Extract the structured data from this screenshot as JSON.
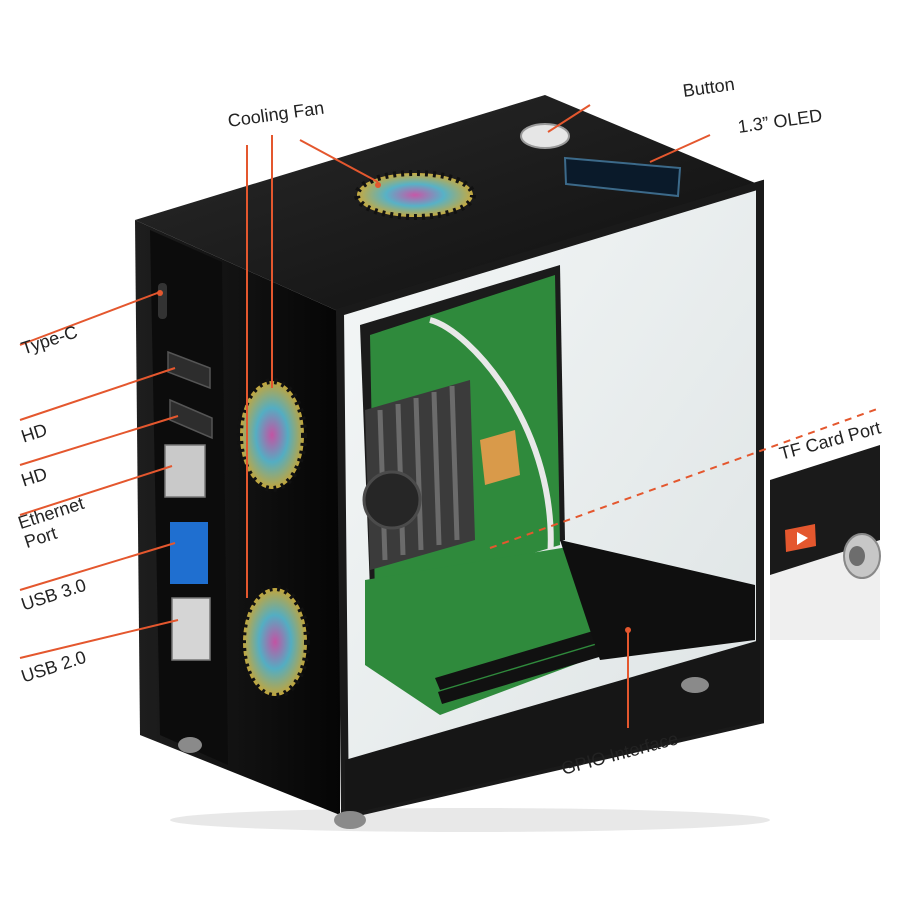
{
  "callouts": {
    "cooling_fan": "Cooling Fan",
    "button": "Button",
    "oled": "1.3” OLED",
    "type_c": "Type-C",
    "hd_1": "HD",
    "hd_2": "HD",
    "ethernet_line1": "Ethernet",
    "ethernet_line2": "Port",
    "usb3": "USB 3.0",
    "usb2": "USB 2.0",
    "tf_card": "TF Card Port",
    "gpio": "GPIO Interface"
  },
  "colors": {
    "accent": "#e4572e",
    "case": "#141414",
    "pcb": "#2f8a3c",
    "glass": "#e9eeef"
  }
}
